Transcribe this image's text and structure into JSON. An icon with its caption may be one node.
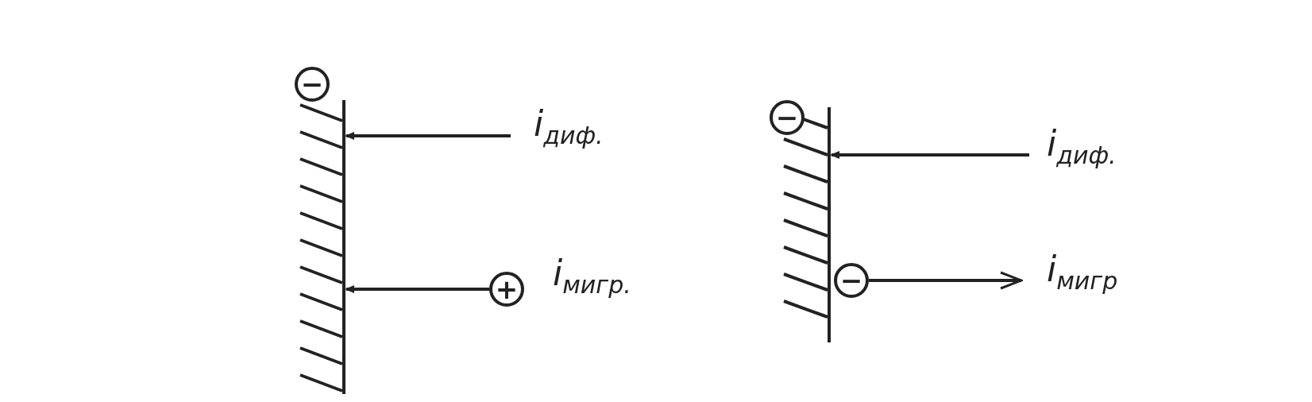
{
  "diagram": {
    "nodes": [
      {
        "text": [],
        "shape": "bar"
      },
      {
        "text": [
          "−"
        ]
      },
      {
        "text": [
          "+"
        ]
      },
      {
        "text": [],
        "shape": "bar"
      },
      {
        "text": [
          "−"
        ]
      },
      {
        "text": [
          "−"
        ]
      }
    ],
    "edges": [
      {
        "from": null,
        "to": 0,
        "arrow": "to",
        "label": "i$_{диф.}$"
      },
      {
        "from": 2,
        "to": 0,
        "arrow": "to",
        "label": "i$_{мигр.}$"
      },
      {
        "from": null,
        "to": 3,
        "arrow": "to",
        "label": "i$_{диф.}$"
      },
      {
        "from": 5,
        "to": null,
        "arrow": "to",
        "label": "i$_{мигр}$"
      }
    ]
  }
}
